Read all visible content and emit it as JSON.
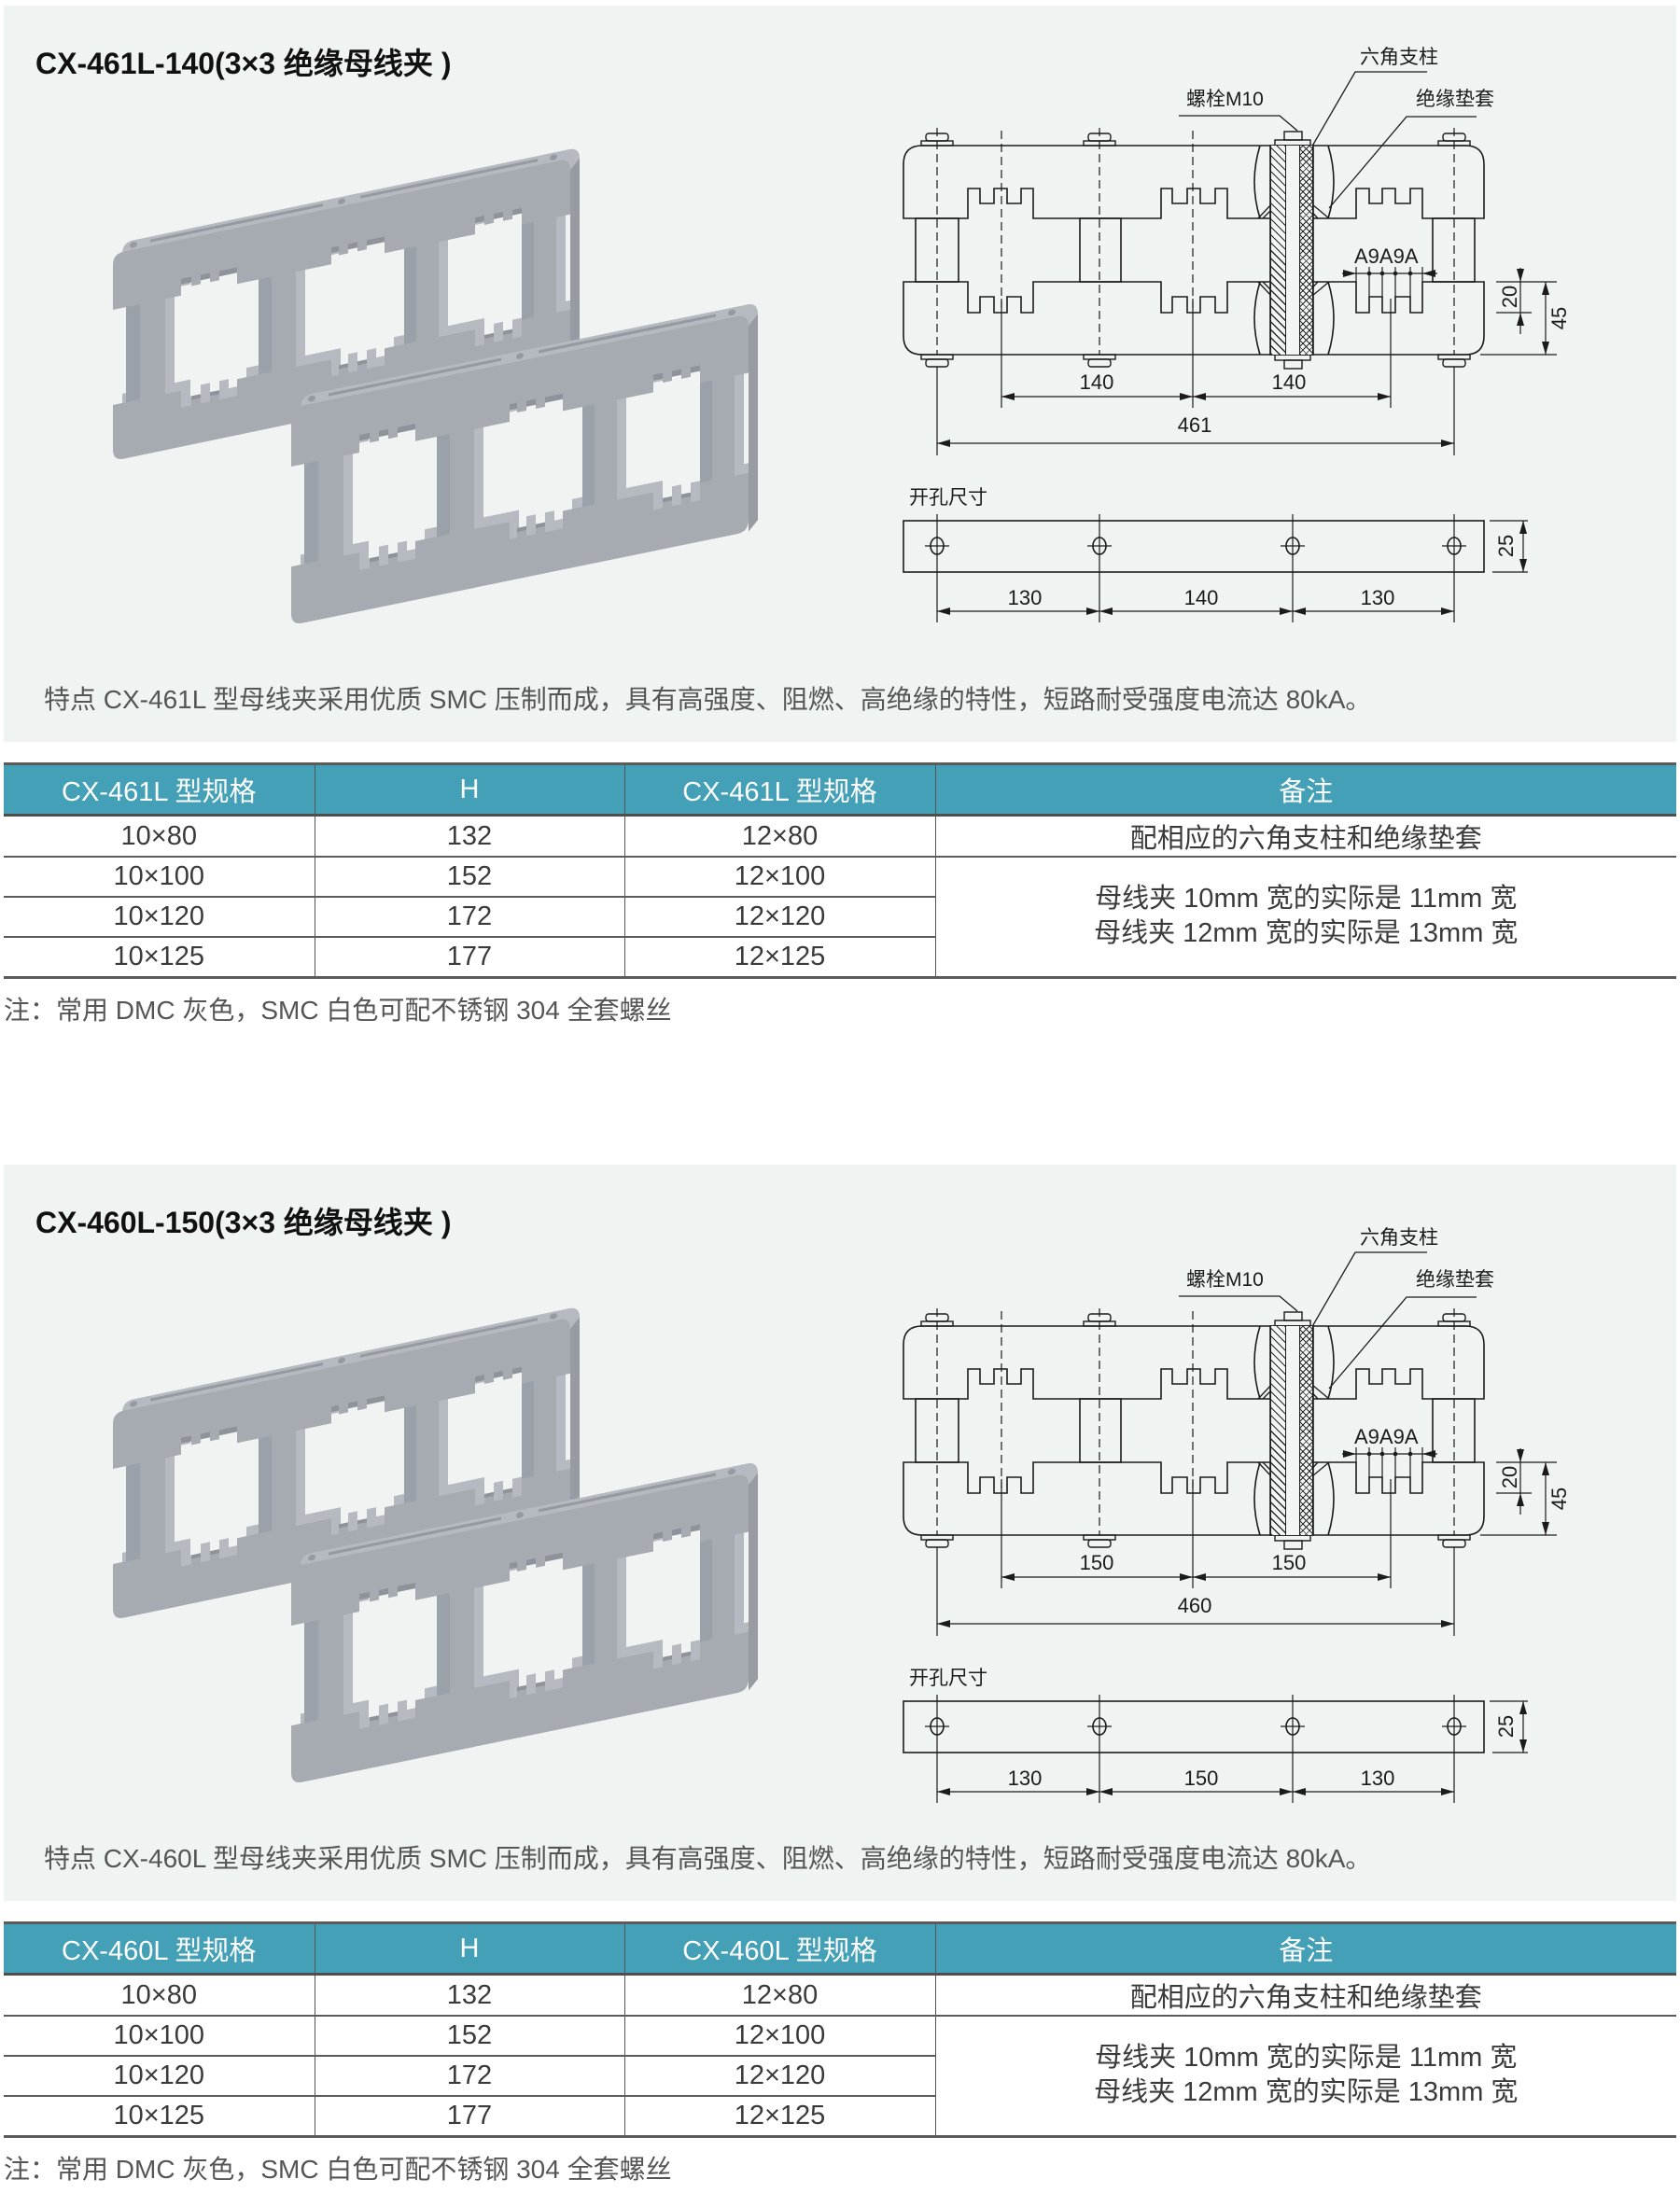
{
  "colors": {
    "panel_bg": "#eff3f2",
    "table_header_bg": "#43a0b7",
    "table_header_text": "#ffffff",
    "table_border": "#555555",
    "product_gray": "#a6abb2"
  },
  "panels": [
    {
      "title": "CX-461L-140(3×3 绝缘母线夹 )",
      "diagram": {
        "labels": {
          "hex_post": "六角支柱",
          "bolt": "螺栓M10",
          "insulating_sleeve": "绝缘垫套",
          "pitch_code": "A9A9A"
        },
        "dimensions": {
          "pitch_1": "140",
          "pitch_2": "140",
          "overall_length": "461",
          "slot_depth": "20",
          "bar_height": "45"
        },
        "hole_layout": {
          "title": "开孔尺寸",
          "spacing": [
            "130",
            "140",
            "130"
          ],
          "width": "25"
        }
      },
      "description": "特点 CX-461L 型母线夹采用优质 SMC 压制而成，具有高强度、阻燃、高绝缘的特性，短路耐受强度电流达 80kA。",
      "table": {
        "headers": [
          "CX-461L 型规格",
          "H",
          "CX-461L 型规格",
          "备注"
        ],
        "rows": [
          [
            "10×80",
            "132",
            "12×80"
          ],
          [
            "10×100",
            "152",
            "12×100"
          ],
          [
            "10×120",
            "172",
            "12×120"
          ],
          [
            "10×125",
            "177",
            "12×125"
          ]
        ],
        "remarks": [
          "配相应的六角支柱和绝缘垫套",
          "母线夹 10mm 宽的实际是 11mm 宽",
          "母线夹 12mm 宽的实际是 13mm 宽"
        ]
      },
      "note": "注：常用 DMC 灰色，SMC 白色可配不锈钢 304 全套螺丝"
    },
    {
      "title": "CX-460L-150(3×3 绝缘母线夹 )",
      "diagram": {
        "labels": {
          "hex_post": "六角支柱",
          "bolt": "螺栓M10",
          "insulating_sleeve": "绝缘垫套",
          "pitch_code": "A9A9A"
        },
        "dimensions": {
          "pitch_1": "150",
          "pitch_2": "150",
          "overall_length": "460",
          "slot_depth": "20",
          "bar_height": "45"
        },
        "hole_layout": {
          "title": "开孔尺寸",
          "spacing": [
            "130",
            "150",
            "130"
          ],
          "width": "25"
        }
      },
      "description": "特点 CX-460L 型母线夹采用优质 SMC 压制而成，具有高强度、阻燃、高绝缘的特性，短路耐受强度电流达 80kA。",
      "table": {
        "headers": [
          "CX-460L 型规格",
          "H",
          "CX-460L 型规格",
          "备注"
        ],
        "rows": [
          [
            "10×80",
            "132",
            "12×80"
          ],
          [
            "10×100",
            "152",
            "12×100"
          ],
          [
            "10×120",
            "172",
            "12×120"
          ],
          [
            "10×125",
            "177",
            "12×125"
          ]
        ],
        "remarks": [
          "配相应的六角支柱和绝缘垫套",
          "母线夹 10mm 宽的实际是 11mm 宽",
          "母线夹 12mm 宽的实际是 13mm 宽"
        ]
      },
      "note": "注：常用 DMC 灰色，SMC 白色可配不锈钢 304 全套螺丝"
    }
  ]
}
